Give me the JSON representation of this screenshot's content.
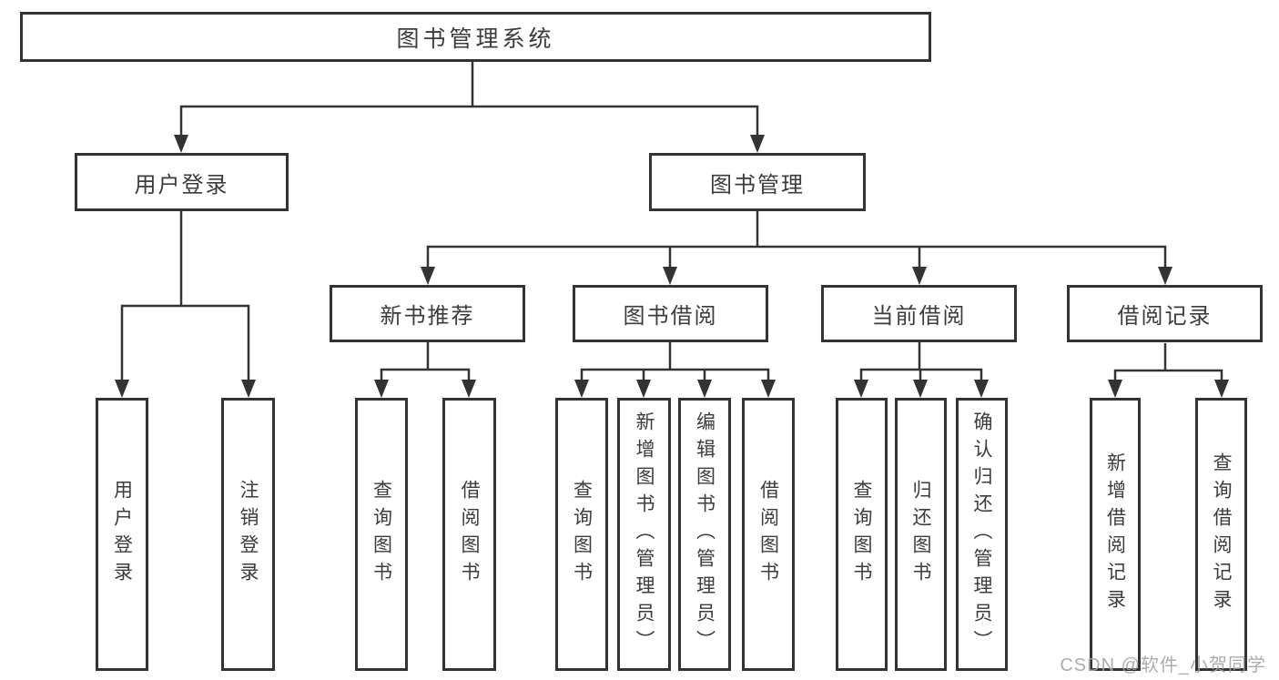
{
  "diagram": {
    "root": {
      "label": "图书管理系统"
    },
    "level2": [
      {
        "label": "用户登录"
      },
      {
        "label": "图书管理"
      }
    ],
    "level3": [
      {
        "label": "新书推荐"
      },
      {
        "label": "图书借阅"
      },
      {
        "label": "当前借阅"
      },
      {
        "label": "借阅记录"
      }
    ],
    "leaves": {
      "user_login": [
        {
          "label": "用户登录"
        },
        {
          "label": "注销登录"
        }
      ],
      "new_book": [
        {
          "label": "查询图书"
        },
        {
          "label": "借阅图书"
        }
      ],
      "book_borrow": [
        {
          "label": "查询图书"
        },
        {
          "label": "新增图书（管理员）"
        },
        {
          "label": "编辑图书（管理员）"
        },
        {
          "label": "借阅图书"
        }
      ],
      "current_borrow": [
        {
          "label": "查询图书"
        },
        {
          "label": "归还图书"
        },
        {
          "label": "确认归还（管理员）"
        }
      ],
      "borrow_record": [
        {
          "label": "新增借阅记录"
        },
        {
          "label": "查询借阅记录"
        }
      ]
    }
  },
  "watermark": {
    "text": "CSDN @软件_小贺同学"
  },
  "colors": {
    "line": "#333333",
    "box_border": "#333333",
    "text": "#3c3c3c",
    "background": "#ffffff",
    "watermark": "#a4a4a4"
  }
}
